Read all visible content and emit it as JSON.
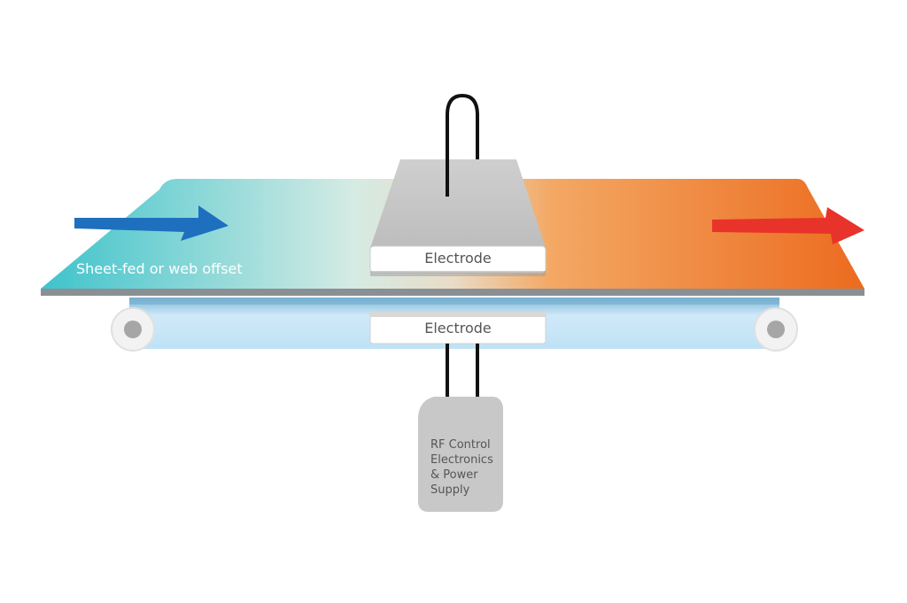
{
  "sheet": {
    "label": "Sheet-fed or web offset"
  },
  "electrodes": {
    "top_label": "Electrode",
    "bottom_label": "Electrode"
  },
  "rf_unit": {
    "lines": [
      "RF Control",
      "Electronics",
      "& Power",
      "Supply"
    ]
  },
  "colors": {
    "cold": "#3ec6cc",
    "hot": "#ec6b1f",
    "arrow_in": "#1f6fbf",
    "arrow_out": "#e8332a",
    "electrode": "#c8c8c8",
    "belt": "#bfe3f7"
  }
}
